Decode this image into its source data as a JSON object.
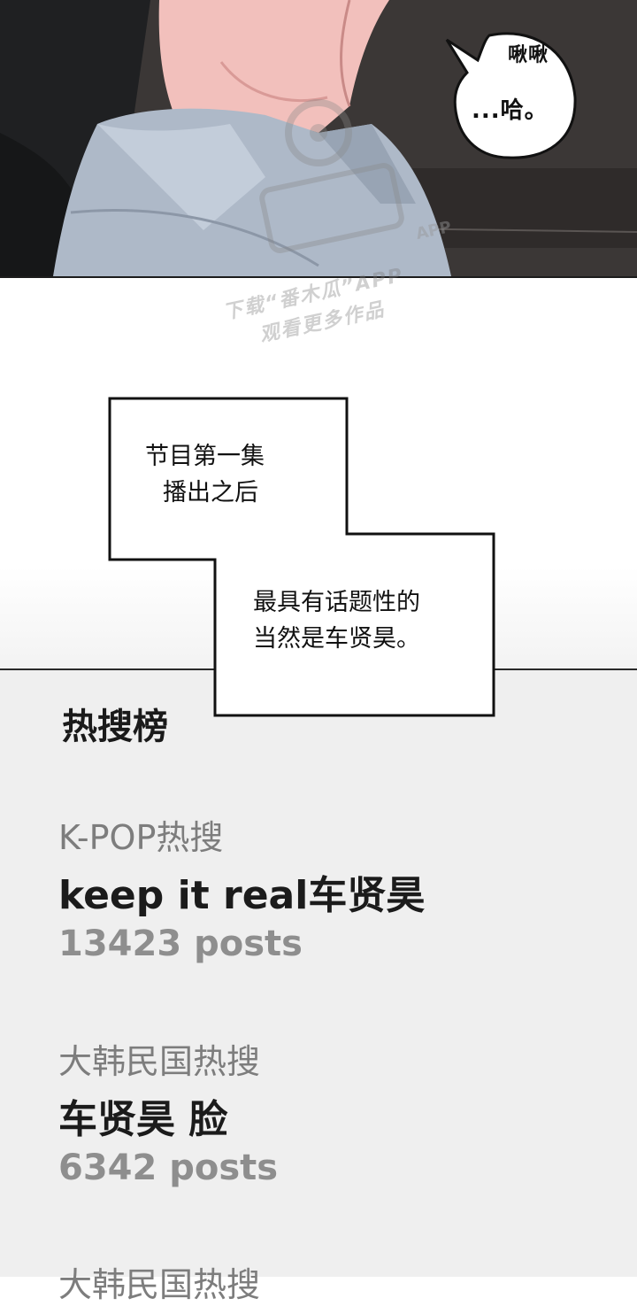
{
  "panel_top": {
    "sfx": "啾啾",
    "bubble": "...哈。",
    "watermark": {
      "line1": "下载“番木瓜”APP",
      "line2": "观看更多作品",
      "app_tag": "APP"
    }
  },
  "captions": [
    {
      "line1": "节目第一集",
      "line2": "播出之后"
    },
    {
      "line1": "最具有话题性的",
      "line2": "当然是车贤昊。"
    }
  ],
  "hot_search": {
    "title": "热搜榜",
    "entries": [
      {
        "category": "K-POP热搜",
        "topic": "keep it real车贤昊",
        "posts": "13423 posts"
      },
      {
        "category": "大韩民国热搜",
        "topic": "车贤昊 脸",
        "posts": "6342 posts"
      },
      {
        "category": "大韩民国热搜",
        "topic": "",
        "posts": ""
      }
    ]
  },
  "colors": {
    "background": "#ffffff",
    "screen": "#efefef",
    "muted_text": "#7d7d7d",
    "dark_text": "#1b1b1b"
  }
}
